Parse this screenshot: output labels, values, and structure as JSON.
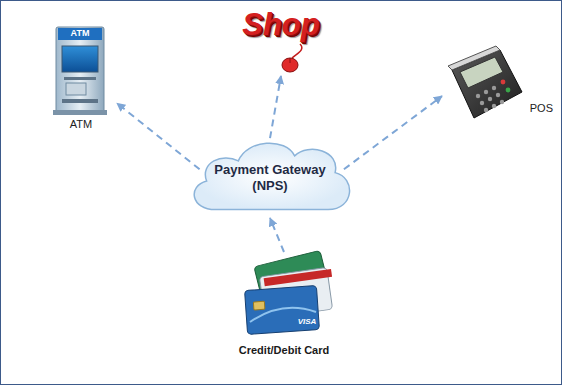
{
  "diagram": {
    "nodes": [
      {
        "text": [
          "ATM"
        ]
      },
      {
        "text": [
          "Shop"
        ]
      },
      {
        "text": [
          "POS"
        ]
      },
      {
        "text": [
          "Payment Gateway (NPS)"
        ]
      },
      {
        "text": [
          "Credit/Debit Card"
        ]
      }
    ],
    "edges": [
      {
        "from": 4,
        "to": 3,
        "arrow": "to"
      },
      {
        "from": 3,
        "to": 0,
        "arrow": "to"
      },
      {
        "from": 3,
        "to": 1,
        "arrow": "to"
      },
      {
        "from": 3,
        "to": 2,
        "arrow": "to"
      }
    ],
    "labels": [
      "ATM",
      "VISA"
    ]
  }
}
